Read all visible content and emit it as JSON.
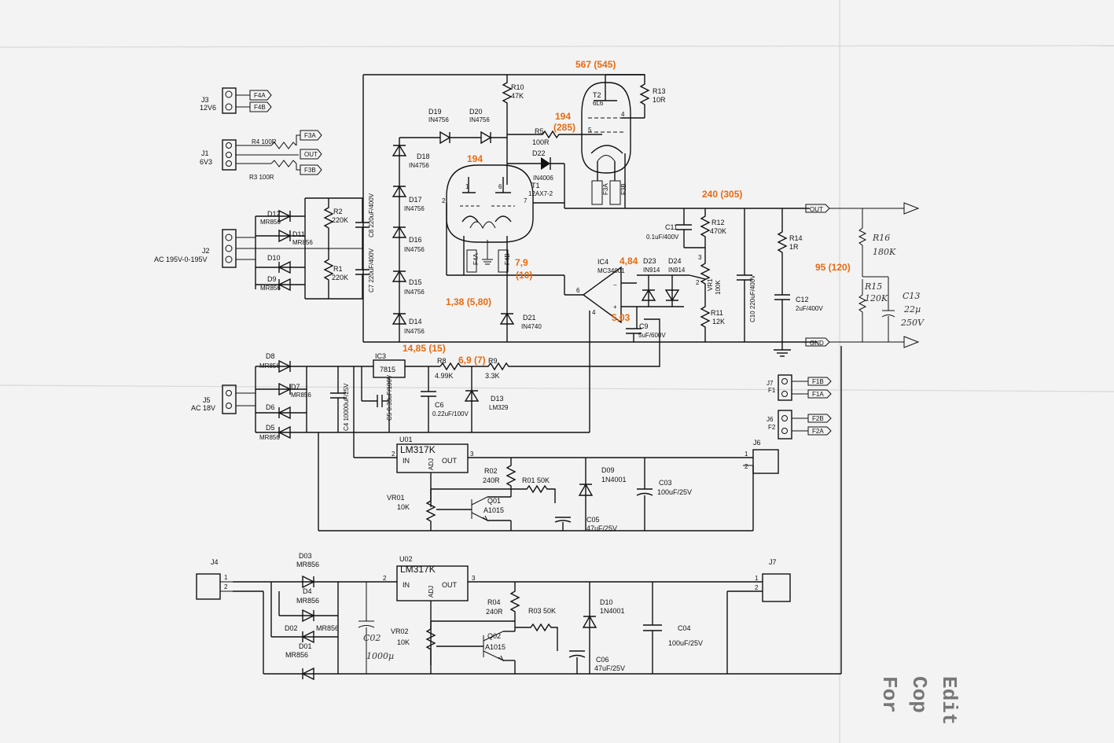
{
  "labels": {
    "j3": "J3",
    "j3v": "12V6",
    "f4a": "F4A",
    "f4b": "F4B",
    "j1": "J1",
    "j1v": "6V3",
    "r4": "R4  100R",
    "r3": "R3  100R",
    "f3a": "F3A",
    "out": "OUT",
    "f3b": "F3B",
    "d12": "D12",
    "mr856": "MR856",
    "d11": "D11",
    "d10": "D10",
    "d9": "D9",
    "j2": "J2",
    "j2v": "AC 195V-0-195V",
    "r2": "R2",
    "r2v": "220K",
    "r1": "R1",
    "r1v": "220K",
    "c8": "C8  220uF/400V",
    "c7": "C7  220uF/400V",
    "d19": "D19",
    "d20": "D20",
    "in4756": "IN4756",
    "r10": "R10",
    "r10v": "47K",
    "d18": "D18",
    "d17": "D17",
    "d16": "D16",
    "d15": "D15",
    "d14": "D14",
    "r5": "R5",
    "r5v": "100R",
    "d22": "D22",
    "d22v": "IN4006",
    "t1": "T1",
    "t1v": "12AX7-2",
    "t2": "T2",
    "t2v": "6L6",
    "r13": "R13",
    "r13v": "10R",
    "d21": "D21",
    "d21v": "IN4740",
    "ic4": "IC4",
    "ic4v": "MC34001",
    "d23": "D23",
    "d24": "D24",
    "in914": "IN914",
    "c11": "C11",
    "c11v": "0.1uF/400V",
    "r12": "R12",
    "r12v": "470K",
    "vr1": "VR1",
    "vr1v": "100K",
    "r11": "R11",
    "r11v": "12K",
    "c9": "C9",
    "c9v": "5uF/600V",
    "c10": "C10  220uF/400V",
    "r14": "R14",
    "r14v": "1R",
    "c12": "C12",
    "c12v": "2uF/400V",
    "gnd": "GND",
    "d8": "D8",
    "d7": "D7",
    "d6": "D6",
    "d5": "D5",
    "j5": "J5",
    "j5v": "AC 18V",
    "ic3": "IC3",
    "ic3v": "7815",
    "c4": "C4  10000uF/25V",
    "c5": "C5  0.33uF/100V",
    "r8": "R8",
    "r8v": "4.99K",
    "r9": "R9",
    "r9v": "3.3K",
    "c6": "C6",
    "c6v": "0.22uF/100V",
    "d13": "D13",
    "d13v": "LM329",
    "j7a": "J7",
    "f1": "F1",
    "f1b": "F1B",
    "f1a": "F1A",
    "j6a": "J6",
    "f2": "F2",
    "f2b": "F2B",
    "f2a": "F2A",
    "u01": "U01",
    "lm317": "LM317K",
    "in": "IN",
    "adj": "ADJ",
    "outp": "OUT",
    "j6": "J6",
    "r02": "R02",
    "r02v": "240R",
    "r01": "R01  50K",
    "d09": "D09",
    "n4001": "1N4001",
    "c03": "C03",
    "c03v": "100uF/25V",
    "vr01": "VR01",
    "tenk": "10K",
    "q01": "Q01",
    "a1015": "A1015",
    "c05": "C05",
    "c05v": "47uF/25V",
    "j4": "J4",
    "d03": "D03",
    "d4": "D4",
    "d02": "D02",
    "d01": "D01",
    "u02": "U02",
    "j7": "J7",
    "r04": "R04",
    "r04v": "240R",
    "r03": "R03  50K",
    "d10b": "D10",
    "c04": "C04",
    "c04v": "100uF/25V",
    "vr02": "VR02",
    "q02": "Q02",
    "c06": "C06",
    "c06v": "47uF/25V",
    "p1": "1",
    "p2": "2",
    "p3": "3",
    "p4": "4",
    "p5": "5",
    "p6": "6",
    "p7": "7"
  },
  "voltages": {
    "v567": "567 (545)",
    "v194a": "194",
    "v194b": "(285)",
    "v194c": "194",
    "v240": "240 (305)",
    "v79": "7,9",
    "v10": "(10)",
    "v484": "4,84",
    "v138": "1,38 (5,80)",
    "v503": "5,03",
    "v1485": "14,85 (15)",
    "v69": "6,9 (7)",
    "v95": "95 (120)"
  },
  "handwritten": {
    "r16": "R16",
    "r16v": "180K",
    "r15": "R15",
    "r15v": "120K",
    "c13": "C13",
    "c13v": "22µ",
    "c13w": "250V",
    "c02": "C02",
    "c02v": "1000µ"
  },
  "stamp": {
    "line1": "Edit",
    "line2": "Cop",
    "line3": "For"
  },
  "colors": {
    "annotation": "#e86a10",
    "ink": "#111111",
    "paper": "#f3f3f3"
  }
}
